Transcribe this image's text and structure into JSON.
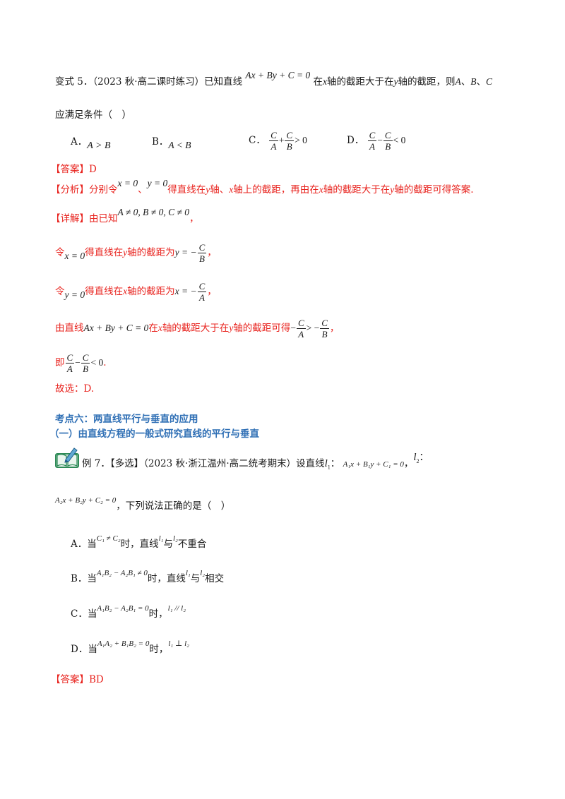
{
  "q5": {
    "prefix": "变式 5．（2023 秋·高二课时练习）已知直线",
    "eq": "Ax + By + C = 0",
    "mid1": "在",
    "x": "x",
    "mid2": "轴的截距大于在",
    "y": "y",
    "mid3": "轴的截距，则",
    "A": "A",
    "sep1": "、",
    "B": "B",
    "sep2": "、",
    "C": "C",
    "line2": "应满足条件（　）",
    "options": [
      {
        "label": "A．",
        "expr": "A > B"
      },
      {
        "label": "B．",
        "expr": "A < B"
      },
      {
        "label": "C．",
        "n1": "C",
        "d1": "A",
        "op": "+",
        "n2": "C",
        "d2": "B",
        "rel": "> 0"
      },
      {
        "label": "D．",
        "n1": "C",
        "d1": "A",
        "op": "−",
        "n2": "C",
        "d2": "B",
        "rel": "< 0"
      }
    ],
    "answer_tag": "【答案】",
    "answer": "D",
    "analysis_tag": "【分析】",
    "analysis_1": "分别令",
    "analysis_x0": "x = 0",
    "analysis_sep": "、",
    "analysis_y0": "y = 0",
    "analysis_2": "得直线在",
    "analysis_y": "y",
    "analysis_3": "轴、",
    "analysis_x": "x",
    "analysis_4": "轴上的截距，再由在",
    "analysis_x2": "x",
    "analysis_5": "轴的截距大于在",
    "analysis_y2": "y",
    "analysis_6": "轴的截距可得答案.",
    "detail_tag": "【详解】",
    "detail_1": "由已知",
    "detail_cond": "A ≠ 0, B ≠ 0, C ≠ 0",
    "detail_comma": "，",
    "step1_pre": "令",
    "step1_var": "x = 0",
    "step1_mid": "得直线在",
    "step1_axis": "y",
    "step1_post": "轴的截距为",
    "step1_lhs": "y = −",
    "step1_num": "C",
    "step1_den": "B",
    "step1_end": "，",
    "step2_pre": "令",
    "step2_var": "y = 0",
    "step2_mid": "得直线在",
    "step2_axis": "x",
    "step2_post": "轴的截距为",
    "step2_lhs": "x = −",
    "step2_num": "C",
    "step2_den": "A",
    "step2_end": "，",
    "step3_pre": "由直线",
    "step3_eq": "Ax + By + C = 0",
    "step3_mid1": "在",
    "step3_x": "x",
    "step3_mid2": "轴的截距大于在",
    "step3_y": "y",
    "step3_mid3": "轴的截距可得",
    "step3_m1": "−",
    "step3_n1": "C",
    "step3_d1": "A",
    "step3_gt": "> −",
    "step3_n2": "C",
    "step3_d2": "B",
    "step3_end": "，",
    "step4_pre": "即",
    "step4_n1": "C",
    "step4_d1": "A",
    "step4_op": "−",
    "step4_n2": "C",
    "step4_d2": "B",
    "step4_rel": "< 0",
    "step4_end": ".",
    "choose": "故选：D."
  },
  "section": {
    "title": "考点六：两直线平行与垂直的应用",
    "subtitle": "（一）由直线方程的一般式研究直线的平行与垂直"
  },
  "ex7": {
    "icon": "book-pencil-icon",
    "prefix": "例 7．【多选】（2023 秋·浙江温州·高二统考期末）设直线",
    "l1": "l",
    "l1_sub": "1",
    "colon": "：",
    "eq1": "A₁x + B₁y + C₁ = 0",
    "sep": "，",
    "l2": "l",
    "l2_sub": "2",
    "colon2": "：",
    "eq2": "A₂x + B₂y + C₂ = 0",
    "tail": "，下列说法正确的是（　）",
    "options": [
      {
        "label": "A．当",
        "cond": "C₁ ≠ C₂",
        "t1": "时，直线",
        "a": "l₁",
        "t2": "与",
        "b": "l₂",
        "t3": "不重合"
      },
      {
        "label": "B．当",
        "cond": "A₁B₂ − A₂B₁ ≠ 0",
        "t1": "时，直线",
        "a": "l₁",
        "t2": "与",
        "b": "l₂",
        "t3": "相交"
      },
      {
        "label": "C．当",
        "cond": "A₁B₂ − A₂B₁ = 0",
        "t1": "时，",
        "rel": "l₁ // l₂"
      },
      {
        "label": "D．当",
        "cond": "A₁A₂ + B₁B₂ = 0",
        "t1": "时，",
        "rel": "l₁ ⊥ l₂"
      }
    ],
    "answer_tag": "【答案】",
    "answer": "BD"
  },
  "colors": {
    "red": "#e8231e",
    "blue": "#2f6fb5",
    "icon_green": "#2e8b57"
  }
}
